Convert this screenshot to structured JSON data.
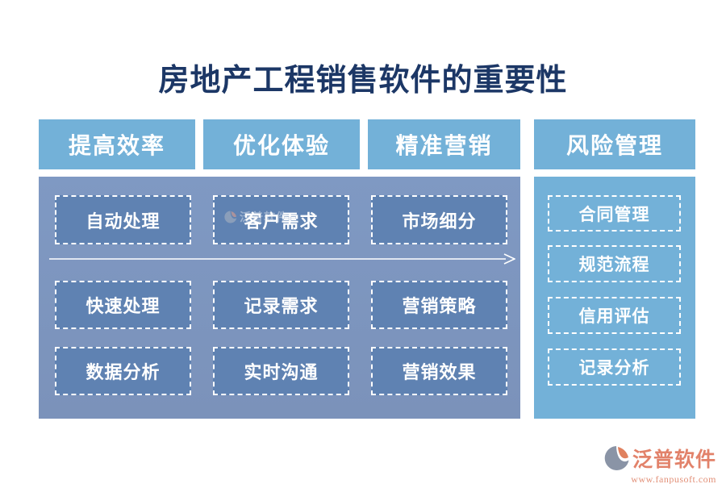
{
  "title": "房地产工程销售软件的重要性",
  "columns": [
    {
      "header": "提高效率",
      "items": [
        "自动处理",
        "快速处理",
        "数据分析"
      ]
    },
    {
      "header": "优化体验",
      "items": [
        "客户需求",
        "记录需求",
        "实时沟通"
      ]
    },
    {
      "header": "精准营销",
      "items": [
        "市场细分",
        "营销策略",
        "营销效果"
      ]
    }
  ],
  "risk_column": {
    "header": "风险管理",
    "items": [
      "合同管理",
      "规范流程",
      "信用评估",
      "记录分析"
    ]
  },
  "watermark": {
    "brand": "泛普软件"
  },
  "footer": {
    "brand": "泛普软件",
    "url": "www.fanpusoft.com"
  },
  "colors": {
    "title_text": "#1C3766",
    "header_fill": "#73B1D8",
    "main_panel_fill": "#7D96BF",
    "item_fill": "#5F82B2",
    "risk_panel_fill": "#73B1D8",
    "item_border": "#FFFFFF",
    "item_text": "#FFFFFF",
    "arrow": "#FFFFFF",
    "brand_text": "#E2826A",
    "brand_url_text": "#E29078",
    "logo_gray": "#8A94A6",
    "logo_coral": "#E0815F"
  }
}
